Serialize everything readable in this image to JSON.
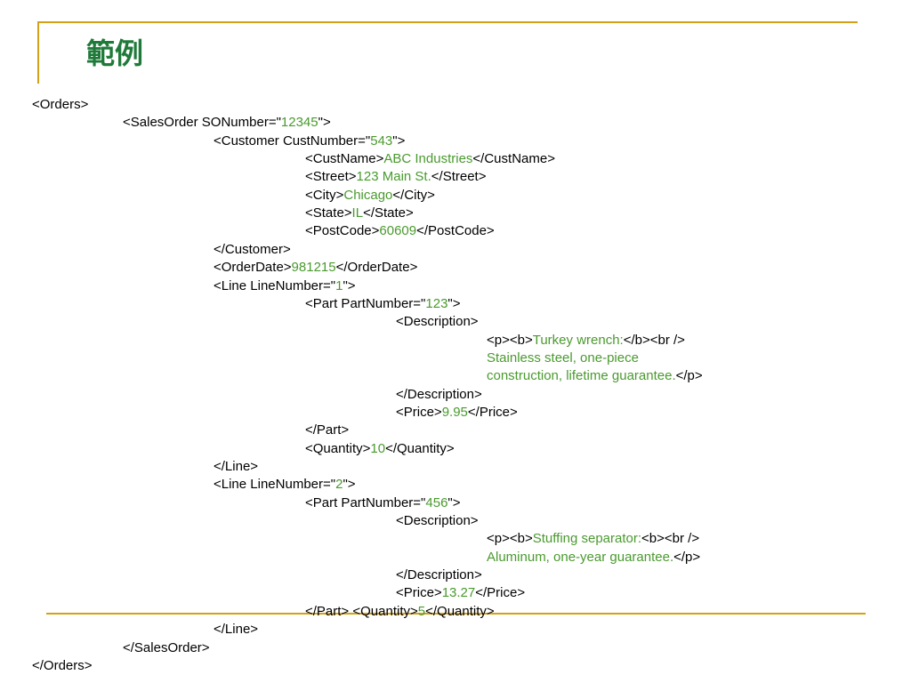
{
  "slide": {
    "title": "範例"
  },
  "colors": {
    "accent_line": "#d4a017",
    "title": "#1f7a3a",
    "value_text": "#4a9a2e",
    "tag_text": "#000000"
  },
  "code_lines": [
    {
      "level": 0,
      "segments": [
        {
          "t": "<Orders>",
          "v": false
        }
      ]
    },
    {
      "level": 1,
      "segments": [
        {
          "t": "<SalesOrder SONumber=\"",
          "v": false
        },
        {
          "t": "12345",
          "v": true
        },
        {
          "t": "\">",
          "v": false
        }
      ]
    },
    {
      "level": 2,
      "segments": [
        {
          "t": "<Customer CustNumber=\"",
          "v": false
        },
        {
          "t": "543",
          "v": true
        },
        {
          "t": "\">",
          "v": false
        }
      ]
    },
    {
      "level": 3,
      "segments": [
        {
          "t": "<CustName>",
          "v": false
        },
        {
          "t": "ABC Industries",
          "v": true
        },
        {
          "t": "</CustName>",
          "v": false
        }
      ]
    },
    {
      "level": 3,
      "segments": [
        {
          "t": "<Street>",
          "v": false
        },
        {
          "t": "123 Main St.",
          "v": true
        },
        {
          "t": "</Street>",
          "v": false
        }
      ]
    },
    {
      "level": 3,
      "segments": [
        {
          "t": "<City>",
          "v": false
        },
        {
          "t": "Chicago",
          "v": true
        },
        {
          "t": "</City>",
          "v": false
        }
      ]
    },
    {
      "level": 3,
      "segments": [
        {
          "t": "<State>",
          "v": false
        },
        {
          "t": "IL",
          "v": true
        },
        {
          "t": "</State>",
          "v": false
        }
      ]
    },
    {
      "level": 3,
      "segments": [
        {
          "t": "<PostCode>",
          "v": false
        },
        {
          "t": "60609",
          "v": true
        },
        {
          "t": "</PostCode>",
          "v": false
        }
      ]
    },
    {
      "level": 2,
      "segments": [
        {
          "t": "</Customer>",
          "v": false
        }
      ]
    },
    {
      "level": 2,
      "segments": [
        {
          "t": "<OrderDate>",
          "v": false
        },
        {
          "t": "981215",
          "v": true
        },
        {
          "t": "</OrderDate>",
          "v": false
        }
      ]
    },
    {
      "level": 2,
      "segments": [
        {
          "t": "<Line LineNumber=\"",
          "v": false
        },
        {
          "t": "1",
          "v": true
        },
        {
          "t": "\">",
          "v": false
        }
      ]
    },
    {
      "level": 3,
      "segments": [
        {
          "t": "<Part PartNumber=\"",
          "v": false
        },
        {
          "t": "123",
          "v": true
        },
        {
          "t": "\">",
          "v": false
        }
      ]
    },
    {
      "level": 4,
      "segments": [
        {
          "t": "<Description>",
          "v": false
        }
      ]
    },
    {
      "level": 5,
      "segments": [
        {
          "t": "<p><b>",
          "v": false
        },
        {
          "t": "Turkey wrench:",
          "v": true
        },
        {
          "t": "</b><br />",
          "v": false
        }
      ]
    },
    {
      "level": 5,
      "segments": [
        {
          "t": "Stainless steel, one-piece",
          "v": true
        }
      ]
    },
    {
      "level": 5,
      "segments": [
        {
          "t": "construction, lifetime guarantee.",
          "v": true
        },
        {
          "t": "</p>",
          "v": false
        }
      ]
    },
    {
      "level": 4,
      "segments": [
        {
          "t": "</Description>",
          "v": false
        }
      ]
    },
    {
      "level": 4,
      "segments": [
        {
          "t": "<Price>",
          "v": false
        },
        {
          "t": "9.95",
          "v": true
        },
        {
          "t": "</Price>",
          "v": false
        }
      ]
    },
    {
      "level": 3,
      "segments": [
        {
          "t": "</Part>",
          "v": false
        }
      ]
    },
    {
      "level": 3,
      "segments": [
        {
          "t": "<Quantity>",
          "v": false
        },
        {
          "t": "10",
          "v": true
        },
        {
          "t": "</Quantity>",
          "v": false
        }
      ]
    },
    {
      "level": 2,
      "segments": [
        {
          "t": "</Line>",
          "v": false
        }
      ]
    },
    {
      "level": 2,
      "segments": [
        {
          "t": "<Line LineNumber=\"",
          "v": false
        },
        {
          "t": "2",
          "v": true
        },
        {
          "t": "\">",
          "v": false
        }
      ]
    },
    {
      "level": 3,
      "segments": [
        {
          "t": "<Part PartNumber=\"",
          "v": false
        },
        {
          "t": "456",
          "v": true
        },
        {
          "t": "\">",
          "v": false
        }
      ]
    },
    {
      "level": 4,
      "segments": [
        {
          "t": "<Description>",
          "v": false
        }
      ]
    },
    {
      "level": 5,
      "segments": [
        {
          "t": "<p><b>",
          "v": false
        },
        {
          "t": "Stuffing separator:",
          "v": true
        },
        {
          "t": "<b><br />",
          "v": false
        }
      ]
    },
    {
      "level": 5,
      "segments": [
        {
          "t": "Aluminum, one-year guarantee.",
          "v": true
        },
        {
          "t": "</p>",
          "v": false
        }
      ]
    },
    {
      "level": 4,
      "segments": [
        {
          "t": "</Description>",
          "v": false
        }
      ]
    },
    {
      "level": 4,
      "segments": [
        {
          "t": "<Price>",
          "v": false
        },
        {
          "t": "13.27",
          "v": true
        },
        {
          "t": "</Price>",
          "v": false
        }
      ]
    },
    {
      "level": 3,
      "segments": [
        {
          "t": "</Part> <Quantity>",
          "v": false
        },
        {
          "t": "5",
          "v": true
        },
        {
          "t": "</Quantity>",
          "v": false
        }
      ]
    },
    {
      "level": 2,
      "segments": [
        {
          "t": "</Line>",
          "v": false
        }
      ]
    },
    {
      "level": 1,
      "segments": [
        {
          "t": "</SalesOrder>",
          "v": false
        }
      ]
    },
    {
      "level": 0,
      "segments": [
        {
          "t": "</Orders>",
          "v": false
        }
      ]
    }
  ]
}
